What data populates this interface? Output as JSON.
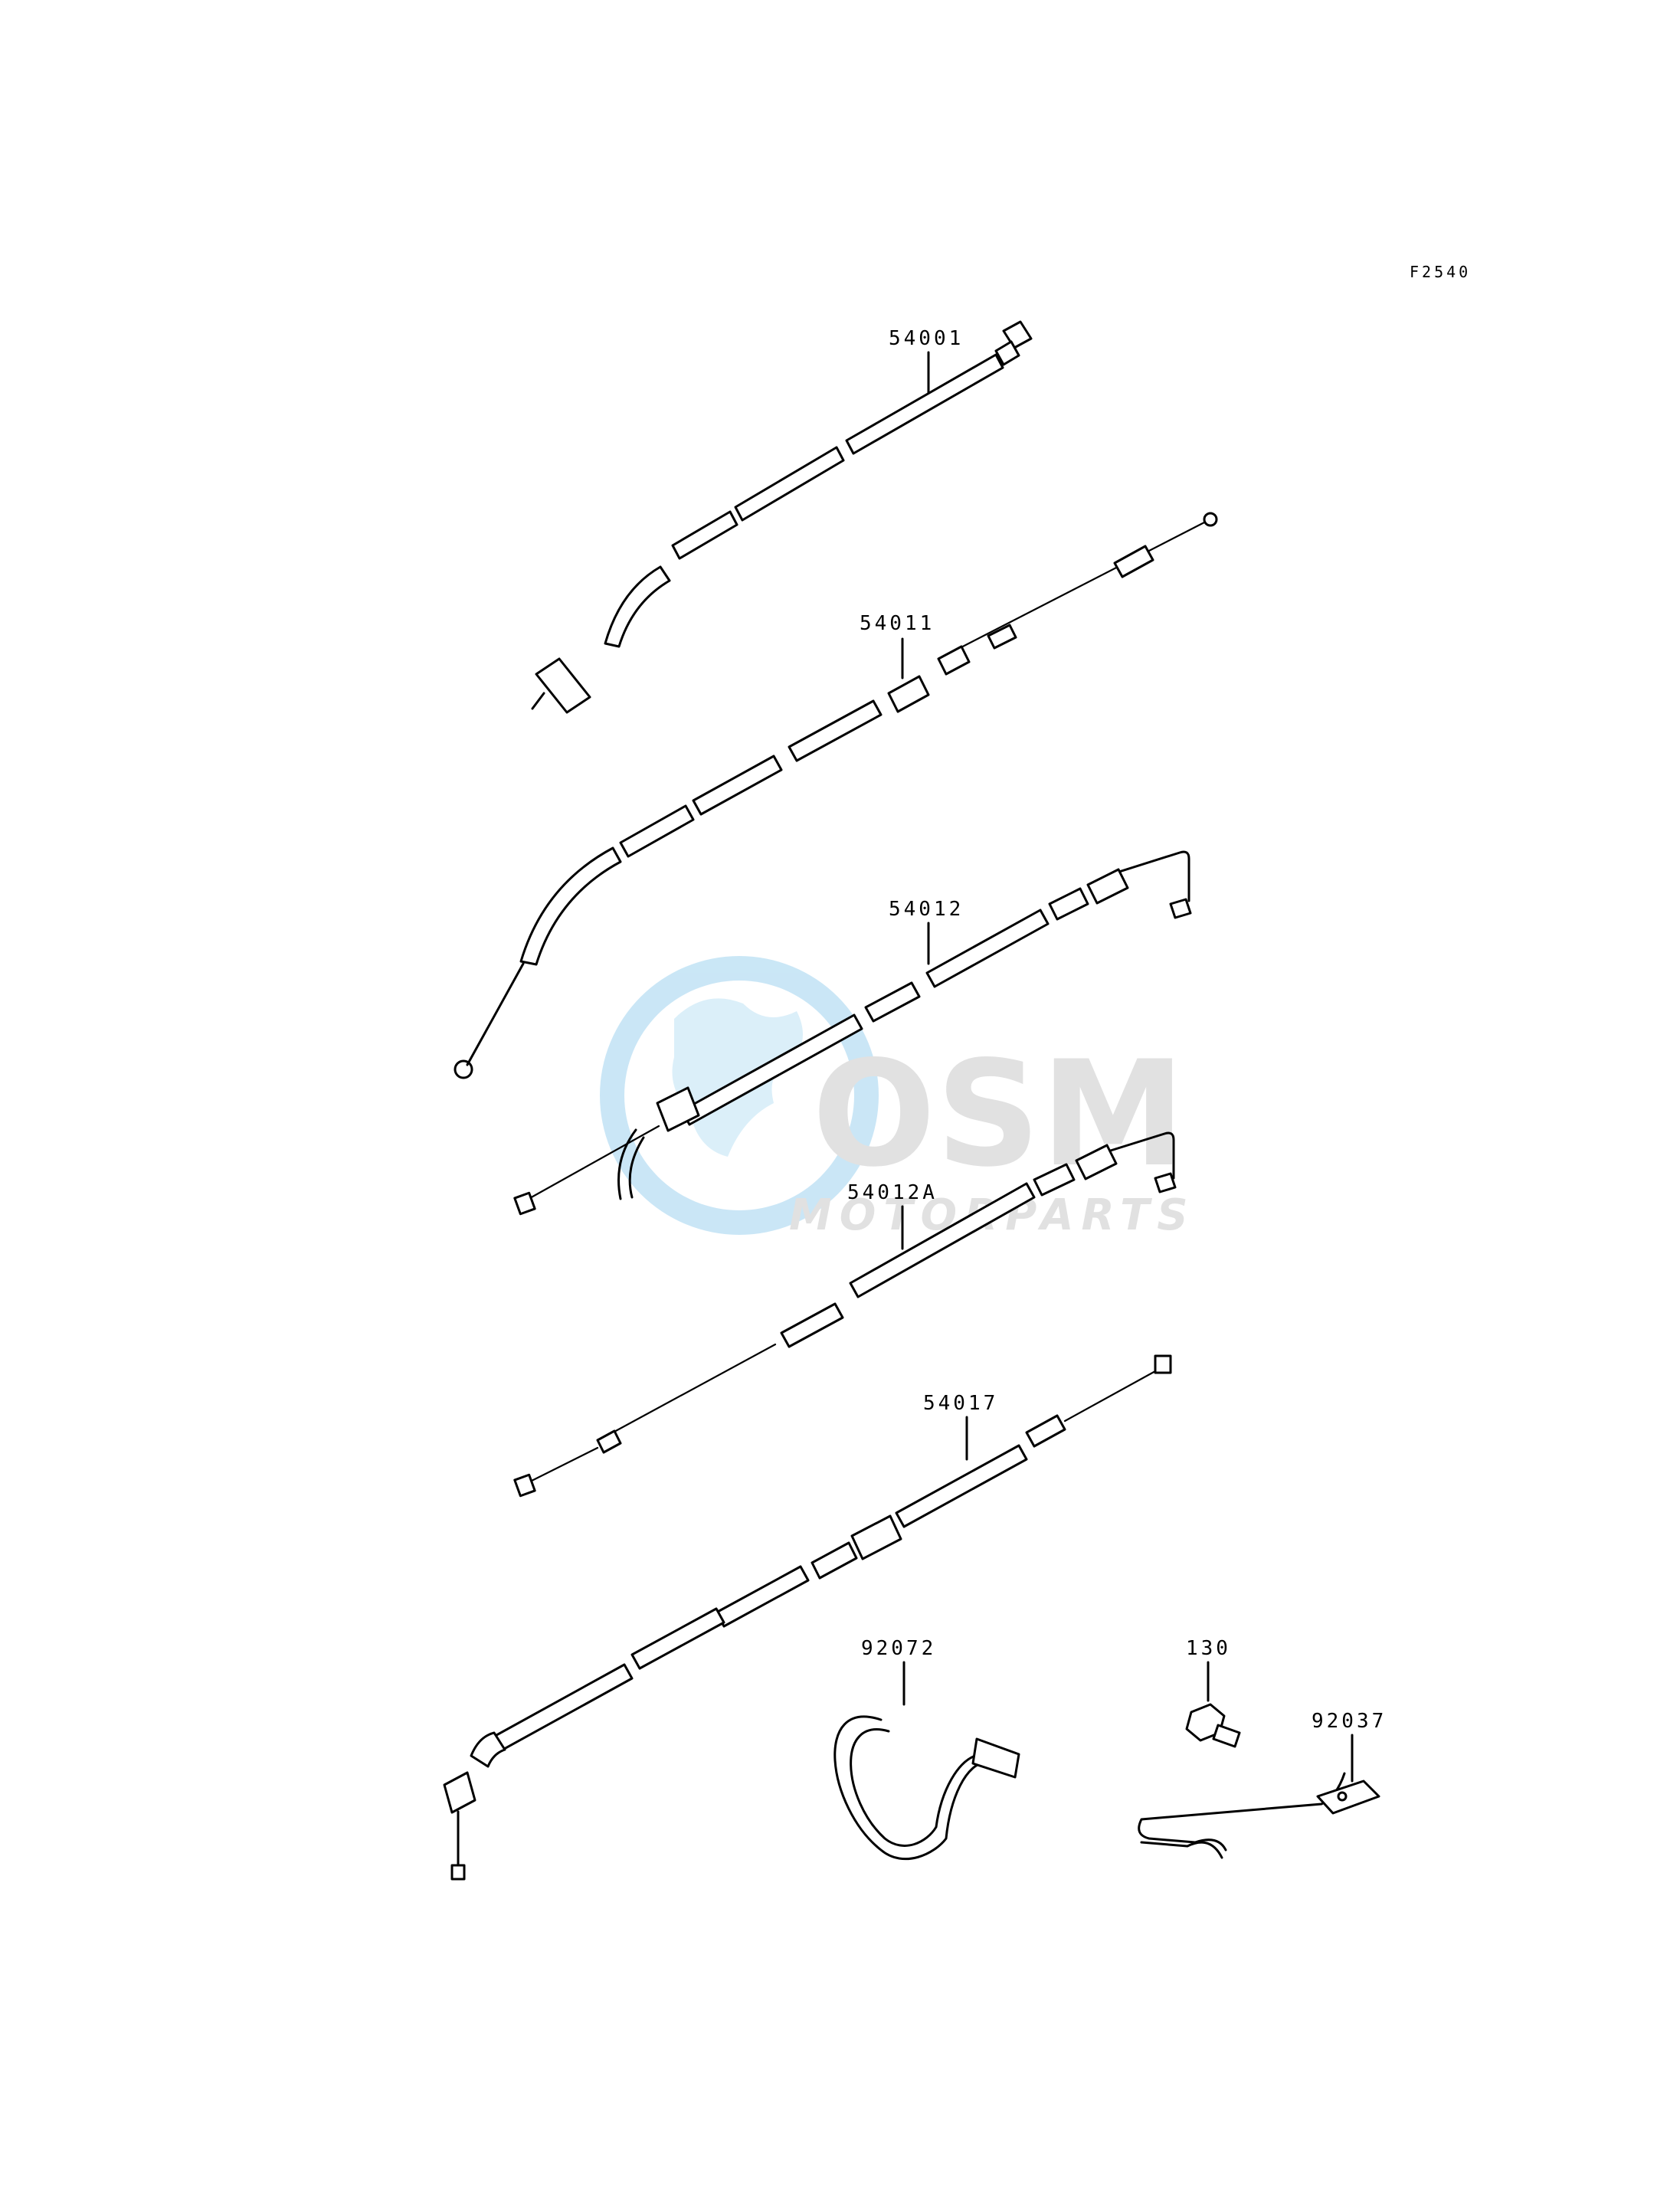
{
  "diagram_code": "F2540",
  "callouts": [
    {
      "id": "speedometer-cable",
      "label": "54001"
    },
    {
      "id": "clutch-cable",
      "label": "54011"
    },
    {
      "id": "throttle-cable-pull",
      "label": "54012"
    },
    {
      "id": "throttle-cable-return",
      "label": "54012A"
    },
    {
      "id": "choke-cable",
      "label": "54017"
    },
    {
      "id": "band",
      "label": "92072"
    },
    {
      "id": "bolt",
      "label": "130"
    },
    {
      "id": "clamp",
      "label": "92037"
    }
  ],
  "watermark": {
    "brand": "OSM",
    "tagline": "MOTORPARTS",
    "colors": {
      "globe": "#9fd3ef",
      "text": "#c9c9c9"
    }
  }
}
